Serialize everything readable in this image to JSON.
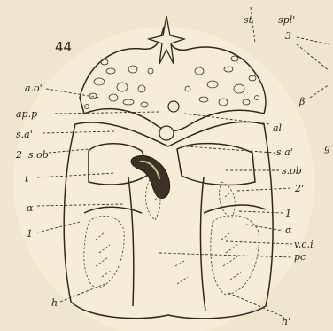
{
  "figure_number": "44",
  "labels": {
    "st": "st",
    "spl": "spl'",
    "three": "3",
    "beta": "β",
    "g": "g",
    "ao": "a.o'",
    "app": "ap.p",
    "sa_left": "s.a'",
    "two": "2",
    "sob_left": "s.ob",
    "t": "t",
    "alpha_left": "α",
    "one_left": "1",
    "h_left": "h",
    "al": "al",
    "sa_right": "s.a'",
    "sob_right": "s.ob",
    "two_prime": "2'",
    "one_right": "1",
    "alpha_right": "α",
    "vci": "v.c.i",
    "pc": "pc",
    "h_prime": "h'"
  }
}
